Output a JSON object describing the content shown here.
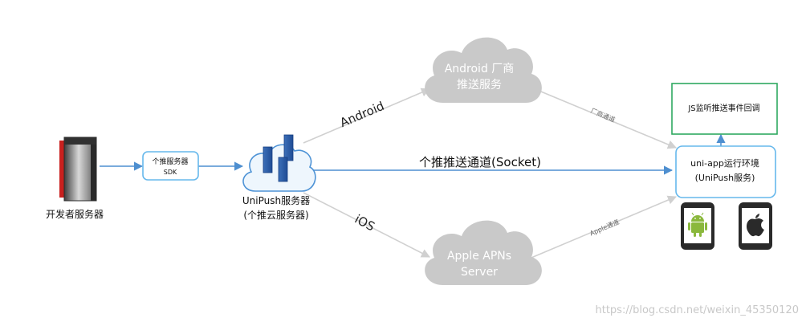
{
  "nodes": {
    "developer_server": {
      "label": "开发者服务器"
    },
    "getui_server": {
      "line1": "个推服务器",
      "line2": "SDK"
    },
    "unipush_server": {
      "line1": "UniPush服务器",
      "line2": "(个推云服务器)"
    },
    "android_cloud": {
      "line1": "Android 厂商",
      "line2": "推送服务"
    },
    "apple_cloud": {
      "line1": "Apple APNs",
      "line2": "Server"
    },
    "js_callback": {
      "label": "JS监听推送事件回调"
    },
    "uniapp_runtime": {
      "line1": "uni-app运行环境",
      "line2": "(UniPush服务)"
    }
  },
  "edges": {
    "android_label": "Android",
    "ios_label": "iOS",
    "socket_label": "个推推送通道(Socket)",
    "vendor_channel_label": "厂商通道",
    "apple_channel_label": "Apple通道"
  },
  "watermark": "https://blog.csdn.net/weixin_45350120",
  "colors": {
    "blue_arrow": "#4e8fd0",
    "gray_arrow": "#d0d0d0",
    "cloud_gray": "#c9c9c9",
    "box_blue": "#66b8ec",
    "box_green": "#2fa860",
    "android_green": "#8ab83c"
  }
}
